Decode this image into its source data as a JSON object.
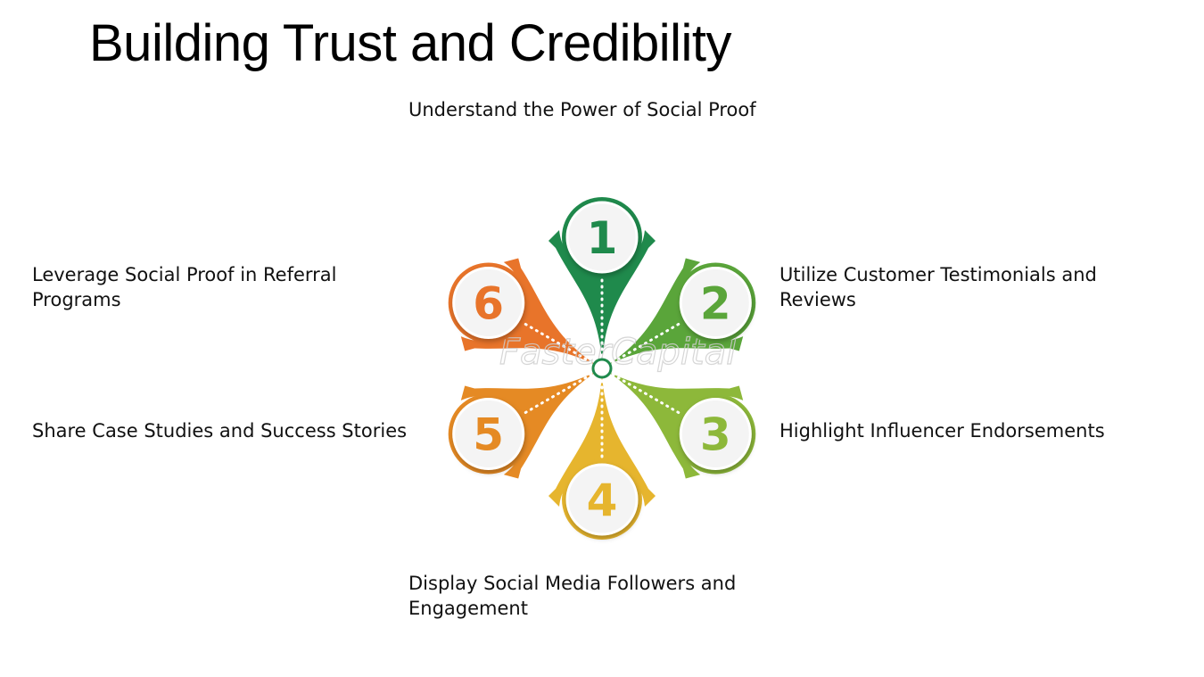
{
  "title": "Building Trust and Credibility",
  "steps": [
    {
      "number": "1",
      "label": "Understand the Power of Social Proof",
      "color": "#1f8a4c"
    },
    {
      "number": "2",
      "label": "Utilize Customer Testimonials and Reviews",
      "color": "#5aa53a"
    },
    {
      "number": "3",
      "label": "Highlight Influencer Endorsements",
      "color": "#8db83a"
    },
    {
      "number": "4",
      "label": "Display Social Media Followers and Engagement",
      "color": "#e6b52e"
    },
    {
      "number": "5",
      "label": "Share Case Studies and Success Stories",
      "color": "#e58a24"
    },
    {
      "number": "6",
      "label": "Leverage Social Proof in Referral Programs",
      "color": "#e8742a"
    }
  ],
  "watermark": "FasterCapital"
}
